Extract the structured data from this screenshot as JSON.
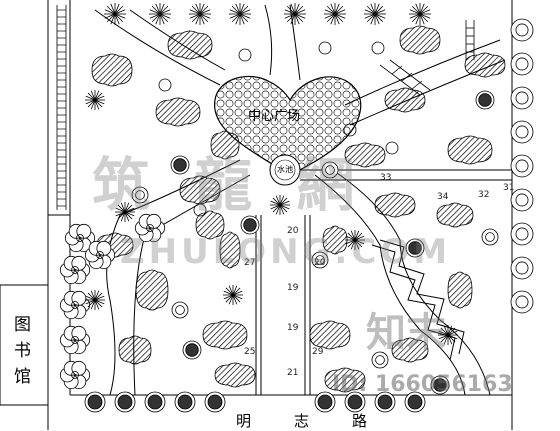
{
  "labels": {
    "library": "图书馆",
    "road_chars": [
      "明",
      "志",
      "路"
    ],
    "plaza": "中心广场",
    "fountain": "水池"
  },
  "plot_numbers": [
    "20",
    "19",
    "19",
    "21",
    "25",
    "29",
    "20",
    "27",
    "33",
    "34",
    "32",
    "31"
  ],
  "watermarks": {
    "main": "筑 龍 網",
    "site": "ZHULONG.COM",
    "brand": "知末",
    "id": "ID: 166056163"
  }
}
